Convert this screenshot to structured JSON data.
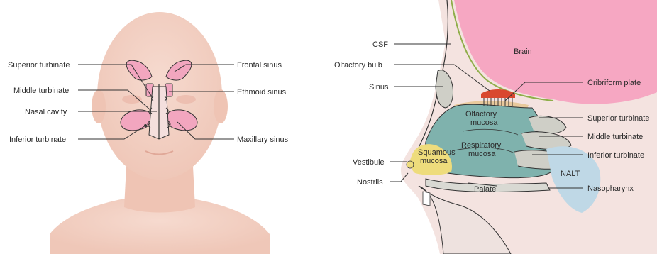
{
  "front_view": {
    "labels": {
      "superior_turbinate": "Superior turbinate",
      "middle_turbinate": "Middle turbinate",
      "nasal_cavity": "Nasal cavity",
      "inferior_turbinate": "Inferior turbinate",
      "frontal_sinus": "Frontal sinus",
      "ethmoid_sinus": "Ethmoid sinus",
      "maxillary_sinus": "Maxillary sinus"
    }
  },
  "side_view": {
    "labels": {
      "csf": "CSF",
      "olfactory_bulb": "Olfactory bulb",
      "sinus": "Sinus",
      "vestibule": "Vestibule",
      "nostrils": "Nostrils",
      "brain": "Brain",
      "cribriform_plate": "Cribriform plate",
      "superior_turbinate": "Superior turbinate",
      "middle_turbinate": "Middle turbinate",
      "inferior_turbinate": "Inferior turbinate",
      "nasopharynx": "Nasopharynx",
      "olfactory_mucosa_1": "Olfactory",
      "olfactory_mucosa_2": "mucosa",
      "respiratory_mucosa_1": "Respiratory",
      "respiratory_mucosa_2": "mucosa",
      "squamous_mucosa_1": "Squamous",
      "squamous_mucosa_2": "mucosa",
      "palate": "Palate",
      "nalt": "NALT"
    }
  },
  "colors": {
    "skin": "#f3d3c6",
    "sinus_pink": "#f2a6bf",
    "brain_pink": "#f6a7c2",
    "mucosa_teal": "#7fb2ad",
    "olfactory_tan": "#e8c99c",
    "squamous_yellow": "#eedc7c",
    "bulb_red": "#d9482f",
    "nalt_blue": "#bfd8e6"
  }
}
